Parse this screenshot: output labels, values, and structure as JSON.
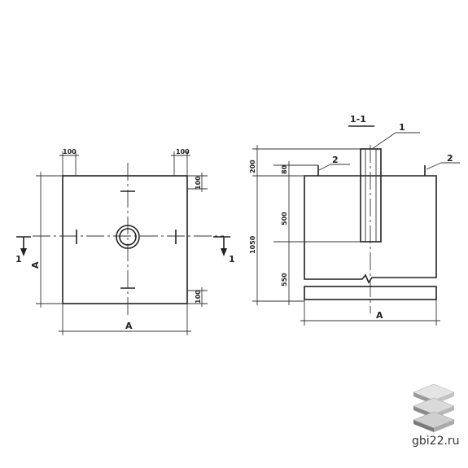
{
  "plan": {
    "dim_top_left": "100",
    "dim_top_right": "100",
    "dim_right_top": "100",
    "dim_right_bottom": "100",
    "dim_width": "A",
    "dim_height": "A",
    "section_mark_left": "1",
    "section_mark_right": "1"
  },
  "section": {
    "title": "1-1",
    "callout_1": "1",
    "callout_2_left": "2",
    "callout_2_right": "2",
    "dim_200": "200",
    "dim_80": "80",
    "dim_500": "500",
    "dim_1050": "1050",
    "dim_550": "550",
    "dim_width": "A"
  },
  "watermark": {
    "text": "gbi22.ru"
  }
}
